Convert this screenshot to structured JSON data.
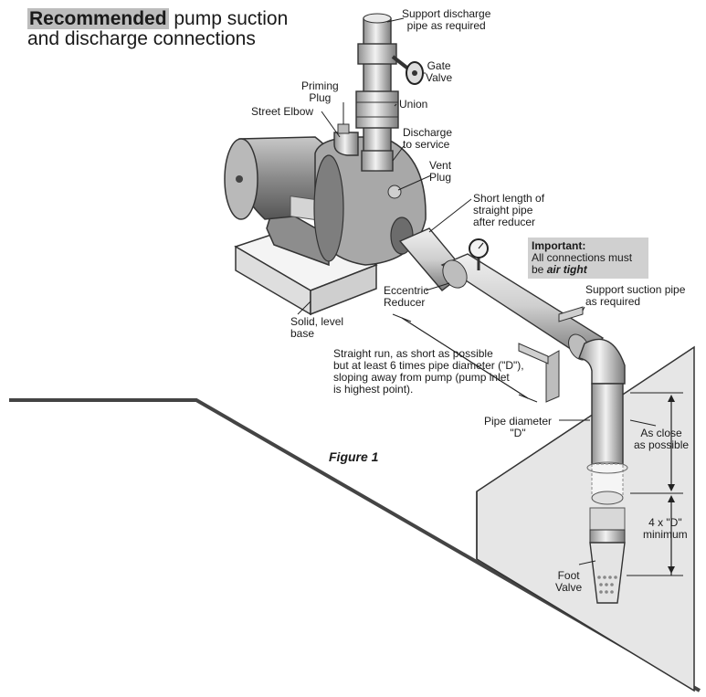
{
  "title": {
    "highlight": "Recommended",
    "rest_line1": " pump suction",
    "line2": "and discharge connections"
  },
  "labels": {
    "support_discharge_1": "Support discharge",
    "support_discharge_2": "pipe as required",
    "gate_valve_1": "Gate",
    "gate_valve_2": "Valve",
    "priming_plug_1": "Priming",
    "priming_plug_2": "Plug",
    "street_elbow": "Street Elbow",
    "union": "Union",
    "discharge_1": "Discharge",
    "discharge_2": "to service",
    "vent_plug_1": "Vent",
    "vent_plug_2": "Plug",
    "short_length_1": "Short length of",
    "short_length_2": "straight pipe",
    "short_length_3": "after reducer",
    "eccentric_1": "Eccentric",
    "eccentric_2": "Reducer",
    "support_suction_1": "Support suction pipe",
    "support_suction_2": "as required",
    "base_1": "Solid, level",
    "base_2": "base",
    "run_1": "Straight run, as short as possible",
    "run_2": "but at least 6 times pipe diameter (\"D\"),",
    "run_3": "sloping away from pump (pump inlet",
    "run_4": "is highest point).",
    "diameter_1": "Pipe diameter",
    "diameter_2": "\"D\"",
    "close_1": "As close",
    "close_2": "as possible",
    "min_1": "4 x \"D\"",
    "min_2": "minimum",
    "foot_1": "Foot",
    "foot_2": "Valve",
    "figure": "Figure 1"
  },
  "important": {
    "heading": "Important:",
    "line1": "All connections must",
    "line2_prefix": "be ",
    "line2_emphasis": "air tight"
  },
  "colors": {
    "pipe": "#c9c9c9",
    "pump_body": "#9a9a9a",
    "water": "#e2e2e2",
    "highlight": "#bdbdbd",
    "line": "#1a1a1a"
  }
}
